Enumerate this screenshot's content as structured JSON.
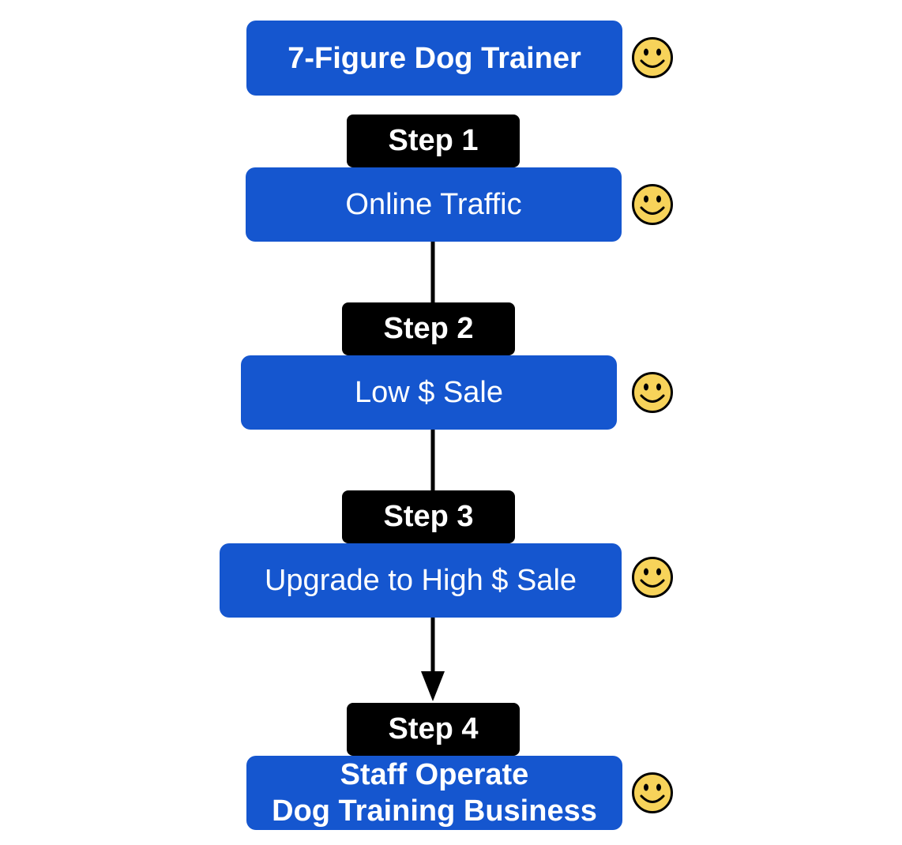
{
  "nodes": [
    {
      "id": "top",
      "lines": [
        "7-Figure Dog Trainer"
      ],
      "bold": true
    },
    {
      "id": "online-traffic",
      "lines": [
        "Online Traffic"
      ],
      "bold": false
    },
    {
      "id": "low-sale",
      "lines": [
        "Low $ Sale"
      ],
      "bold": false
    },
    {
      "id": "high-sale",
      "lines": [
        "Upgrade to High $ Sale"
      ],
      "bold": false
    },
    {
      "id": "staff-operate",
      "lines": [
        "Staff Operate",
        "Dog Training Business"
      ],
      "bold": true
    }
  ],
  "steps": [
    "Step 1",
    "Step 2",
    "Step 3",
    "Step 4"
  ],
  "icons": {
    "status": "smiley-face-icon"
  },
  "colors": {
    "box_fill": "#1556cf",
    "step_fill": "#000000",
    "text": "#ffffff",
    "smiley_fill": "#f7d35a",
    "connector": "#000000"
  }
}
